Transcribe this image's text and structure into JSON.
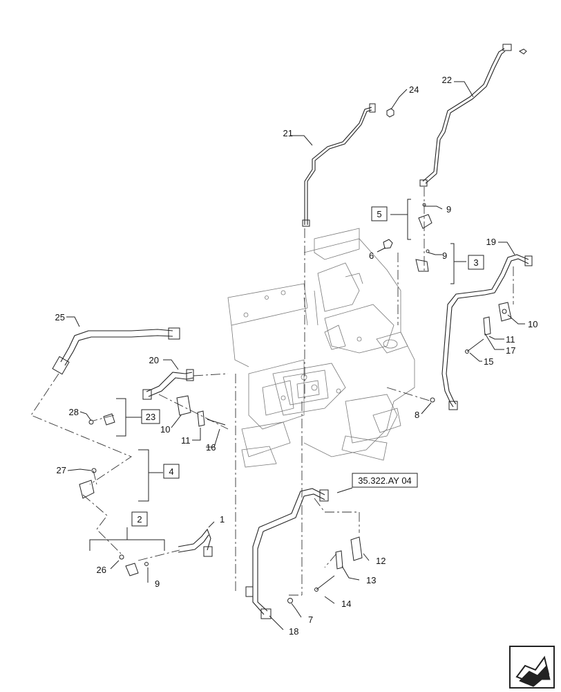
{
  "callouts": {
    "c1": "1",
    "c2": "2",
    "c3": "3",
    "c4": "4",
    "c5": "5",
    "c6": "6",
    "c7": "7",
    "c8": "8",
    "c9a": "9",
    "c9b": "9",
    "c9c": "9",
    "c10a": "10",
    "c10b": "10",
    "c11a": "11",
    "c11b": "11",
    "c12": "12",
    "c13": "13",
    "c14": "14",
    "c15": "15",
    "c16": "16",
    "c17": "17",
    "c18": "18",
    "c19": "19",
    "c20": "20",
    "c21": "21",
    "c22": "22",
    "c23": "23",
    "c24": "24",
    "c25": "25",
    "c26": "26",
    "c27": "27",
    "c28": "28"
  },
  "reference_label": "35.322.AY 04",
  "nav_icon": "next-page-arrow-icon"
}
